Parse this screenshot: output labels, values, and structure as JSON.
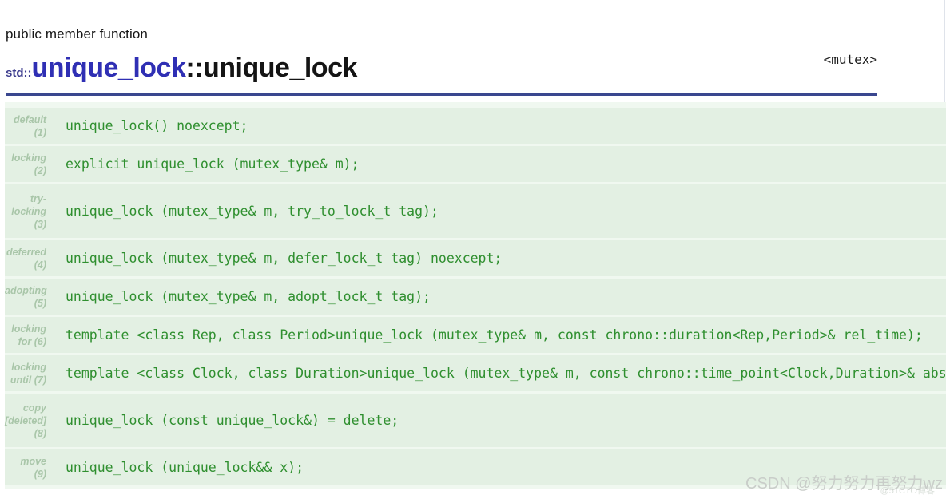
{
  "header": {
    "kicker": "public member function",
    "title_prefix": "std::",
    "title_link": "unique_lock",
    "title_rest": "::unique_lock",
    "reference": "<mutex>"
  },
  "table": {
    "rows": [
      {
        "label": "default\n(1)",
        "code": "unique_lock() noexcept;"
      },
      {
        "label": "locking\n(2)",
        "code": "explicit unique_lock (mutex_type& m);"
      },
      {
        "label": "try-\nlocking\n(3)",
        "code": "unique_lock (mutex_type& m, try_to_lock_t tag);"
      },
      {
        "label": "deferred\n(4)",
        "code": "unique_lock (mutex_type& m, defer_lock_t tag) noexcept;"
      },
      {
        "label": "adopting\n(5)",
        "code": "unique_lock (mutex_type& m, adopt_lock_t tag);"
      },
      {
        "label": "locking\nfor (6)",
        "code": "template <class Rep, class Period>unique_lock (mutex_type& m, const chrono::duration<Rep,Period>& rel_time);"
      },
      {
        "label": "locking\nuntil (7)",
        "code": "template <class Clock, class Duration>unique_lock (mutex_type& m, const chrono::time_point<Clock,Duration>& abs_time);"
      },
      {
        "label": "copy\n[deleted]\n(8)",
        "code": "unique_lock (const unique_lock&) = delete;"
      },
      {
        "label": "move\n(9)",
        "code": "unique_lock (unique_lock&& x);"
      }
    ]
  },
  "watermark": {
    "main": "CSDN @努力努力再努力wz",
    "secondary": "@51CTO博客"
  },
  "colors": {
    "title_link_blue": "#2f2fb4",
    "title_prefix_navy": "#3d3d8f",
    "rule_navy": "#3a478f",
    "code_green": "#2f8f2f",
    "row_background": "#e3f0e3",
    "table_background": "#f0f8f0",
    "label_green_gray": "#a9c6a9",
    "watermark_gray": "#c9cdc9"
  }
}
